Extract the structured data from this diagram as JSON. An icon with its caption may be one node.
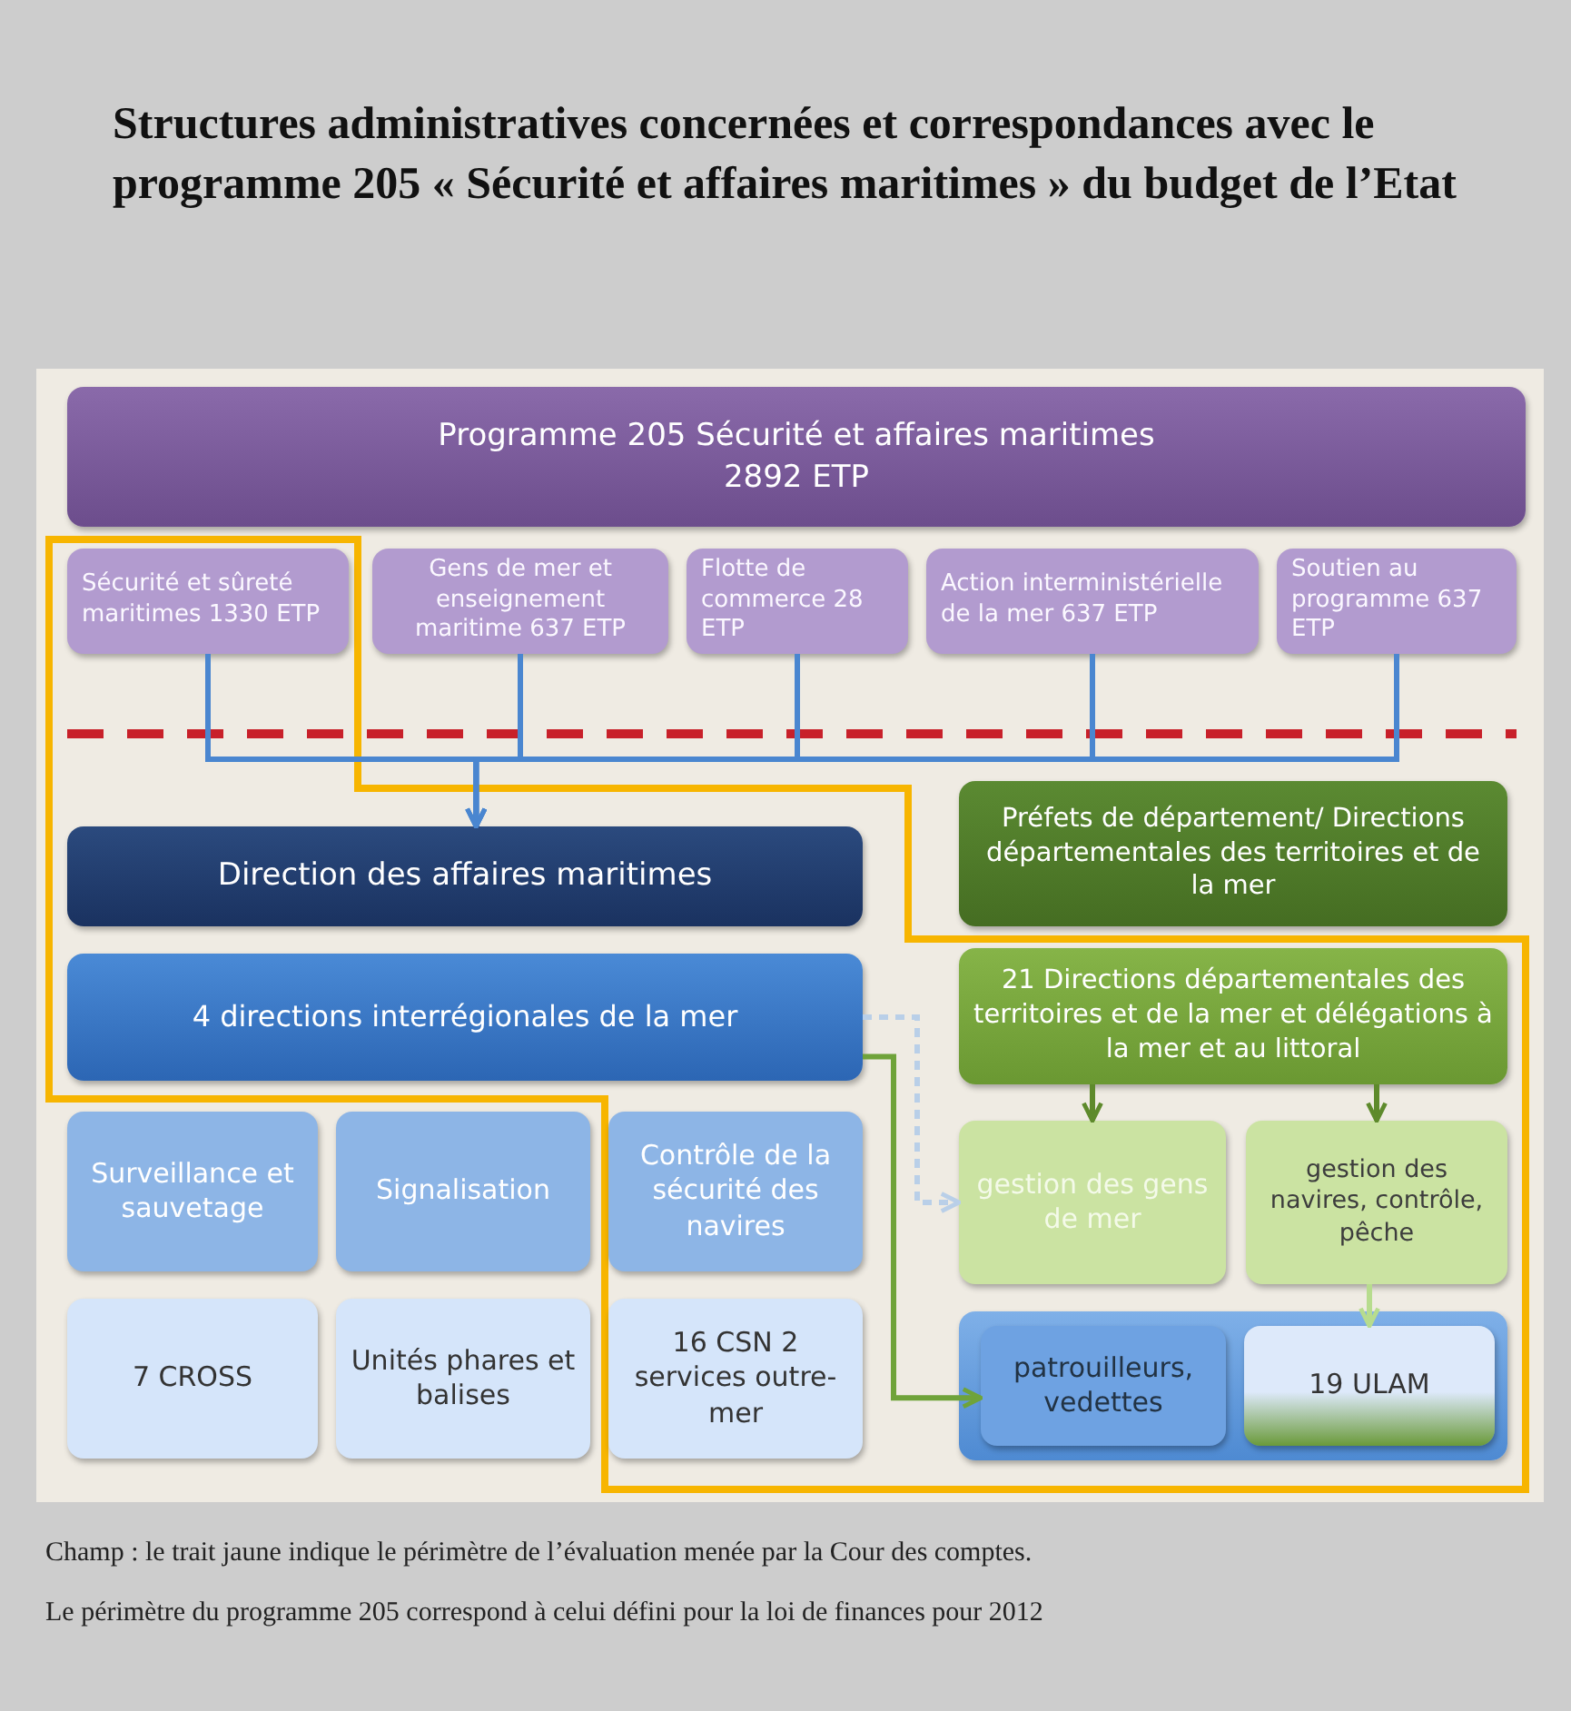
{
  "diagram": {
    "title": "Structures administratives concernées et correspondances avec le programme 205 « Sécurité et affaires maritimes » du budget de l’Etat",
    "caption": "Champ : le trait jaune indique le périmètre de l’évaluation menée par la Cour des comptes.",
    "nodes": [
      {
        "text": [
          "Programme 205  Sécurité et affaires maritimes",
          "2892 ETP"
        ]
      },
      {
        "text": [
          "Sécurité et sûreté maritimes 1330 ETP"
        ]
      },
      {
        "text": [
          "Gens de mer et enseignement maritime 637 ETP"
        ]
      },
      {
        "text": [
          "Flotte de commerce 28 ETP"
        ]
      },
      {
        "text": [
          "Action interministérielle de la mer 637 ETP"
        ]
      },
      {
        "text": [
          "Soutien au programme 637 ETP"
        ]
      },
      {
        "text": [
          "Direction des affaires maritimes"
        ]
      },
      {
        "text": [
          "Préfets de département/ Directions départementales des territoires et de la mer"
        ]
      },
      {
        "text": [
          "4 directions interrégionales de la mer"
        ]
      },
      {
        "text": [
          "21 Directions départementales des territoires et de la mer et délégations à la mer et au littoral"
        ]
      },
      {
        "text": [
          "Surveillance et sauvetage"
        ]
      },
      {
        "text": [
          "Signalisation"
        ]
      },
      {
        "text": [
          "Contrôle de la sécurité des navires"
        ]
      },
      {
        "text": [
          "gestion des gens de mer"
        ]
      },
      {
        "text": [
          "gestion des navires, contrôle, pêche"
        ]
      },
      {
        "text": [
          "7 CROSS"
        ]
      },
      {
        "text": [
          "Unités phares et balises"
        ]
      },
      {
        "text": [
          "16 CSN 2 services outre-mer"
        ]
      },
      {
        "text": [],
        "shape": "box"
      },
      {
        "text": [
          "patrouilleurs, vedettes"
        ],
        "in": 18
      },
      {
        "text": [
          "19 ULAM"
        ],
        "in": 18
      }
    ],
    "edges": [
      {
        "from": 1,
        "to": 6,
        "arrow": "to"
      },
      {
        "from": 2,
        "to": 6,
        "arrow": "to"
      },
      {
        "from": 3,
        "to": 6,
        "arrow": "to"
      },
      {
        "from": 4,
        "to": 6,
        "arrow": "to"
      },
      {
        "from": 5,
        "to": 6,
        "arrow": "to"
      },
      {
        "from": 8,
        "to": 13,
        "arrow": "to",
        "style": "dashed",
        "color": "#b9cfe8"
      },
      {
        "from": 8,
        "to": 19,
        "arrow": "to",
        "color": "#6fa33a"
      },
      {
        "from": 9,
        "to": 13,
        "arrow": "to",
        "color": "#5e8a2c"
      },
      {
        "from": 9,
        "to": 14,
        "arrow": "to",
        "color": "#5e8a2c"
      },
      {
        "from": 14,
        "to": 20,
        "arrow": "to",
        "color": "#b7dc8e"
      }
    ],
    "labels": [
      "Le périmètre du programme 205 correspond à celui défini pour la loi de finances pour 2012"
    ]
  }
}
